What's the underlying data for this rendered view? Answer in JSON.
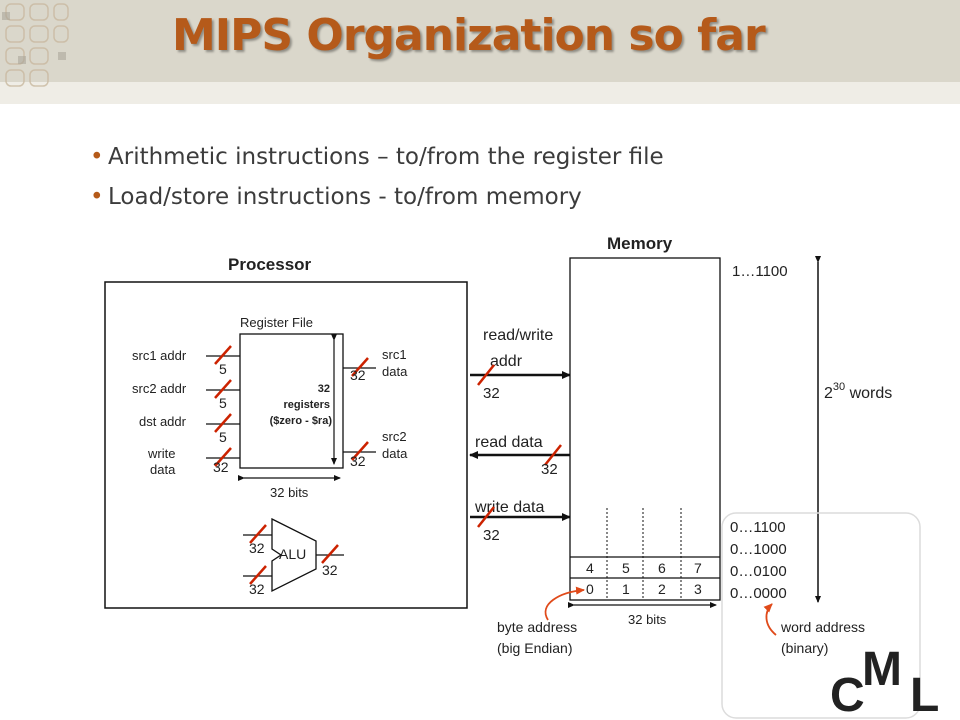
{
  "slide": {
    "title": "MIPS Organization so far",
    "bullets": [
      "Arithmetic instructions – to/from the register file",
      "Load/store instructions - to/from memory"
    ]
  },
  "processor": {
    "title": "Processor",
    "register_file": {
      "title": "Register File",
      "center": [
        "32",
        "registers",
        "($zero - $ra)"
      ],
      "width_label": "32 bits",
      "inputs": [
        {
          "label": [
            "src1 addr"
          ],
          "bits": "5"
        },
        {
          "label": [
            "src2 addr"
          ],
          "bits": "5"
        },
        {
          "label": [
            "dst addr"
          ],
          "bits": "5"
        },
        {
          "label": [
            "write",
            "data"
          ],
          "bits": "32"
        }
      ],
      "outputs": [
        {
          "label": [
            "src1",
            "data"
          ],
          "bits": "32"
        },
        {
          "label": [
            "src2",
            "data"
          ],
          "bits": "32"
        }
      ]
    },
    "alu": {
      "label": "ALU",
      "in_a_bits": "32",
      "in_b_bits": "32",
      "out_bits": "32"
    }
  },
  "bus": {
    "addr": {
      "label": [
        "read/write",
        "addr"
      ],
      "bits": "32"
    },
    "read": {
      "label": "read data",
      "bits": "32"
    },
    "write": {
      "label": "write data",
      "bits": "32"
    }
  },
  "memory": {
    "title": "Memory",
    "top_address": "1…1100",
    "size_label_base": "2",
    "size_label_exp": "30",
    "size_label_unit": " words",
    "word_addresses": [
      "0…1100",
      "0…1000",
      "0…0100",
      "0…0000"
    ],
    "row_bytes": [
      "4",
      "5",
      "6",
      "7"
    ],
    "row0_bytes": [
      "0",
      "1",
      "2",
      "3"
    ],
    "width_label": "32 bits",
    "byte_address_note": [
      "byte address",
      "(big Endian)"
    ],
    "word_address_note": [
      "word address",
      "(binary)"
    ]
  },
  "logo": {
    "letters": [
      "C",
      "M",
      "L"
    ]
  },
  "colors": {
    "title": "#b55a1a",
    "accent_arrow": "#e04a1a",
    "slash": "#cc2200",
    "header": "#dad7cb"
  }
}
